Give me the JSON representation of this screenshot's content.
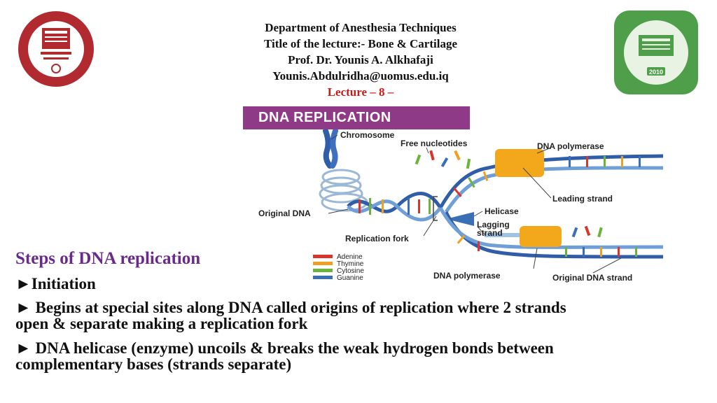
{
  "header": {
    "department": "Department of Anesthesia Techniques",
    "title": "Title of the lecture:- Bone  & Cartilage",
    "professor": "Prof. Dr. Younis A. Alkhafaji",
    "email": "Younis.Abdulridha@uomus.edu.iq",
    "lecture": "Lecture – 8 –"
  },
  "logos": {
    "left_colors": {
      "ring": "#b02a30",
      "inner": "#ffffff"
    },
    "right_colors": {
      "ring": "#4f9e4a",
      "inner": "#e9f3e4"
    },
    "right_year": "2010"
  },
  "diagram": {
    "banner": "DNA REPLICATION",
    "banner_color": "#8e3a86",
    "labels": {
      "chromosome": "Chromosome",
      "free_nucleotides": "Free nucleotides",
      "dna_polymerase_top": "DNA polymerase",
      "leading_strand": "Leading strand",
      "original_dna": "Original DNA",
      "helicase": "Helicase",
      "lagging_strand_1": "Lagging",
      "lagging_strand_2": "strand",
      "replication_fork": "Replication fork",
      "dna_polymerase_bottom": "DNA polymerase",
      "original_dna_strand": "Original DNA strand"
    },
    "legend": [
      {
        "label": "Adenine",
        "color": "#d9352b"
      },
      {
        "label": "Thymine",
        "color": "#f0a020"
      },
      {
        "label": "Cytosine",
        "color": "#6bb33a"
      },
      {
        "label": "Guanine",
        "color": "#3a6fb5"
      }
    ]
  },
  "content": {
    "steps_title": "Steps of DNA replication",
    "bullet1": "►Initiation",
    "bullet2_line1": "► Begins at special sites along DNA called origins of replication where 2 strands",
    "bullet2_line2": "open & separate making  a replication fork",
    "bullet3_line1": "► DNA helicase (enzyme) uncoils & breaks the weak hydrogen bonds between",
    "bullet3_line2": "complementary bases (strands separate)"
  }
}
